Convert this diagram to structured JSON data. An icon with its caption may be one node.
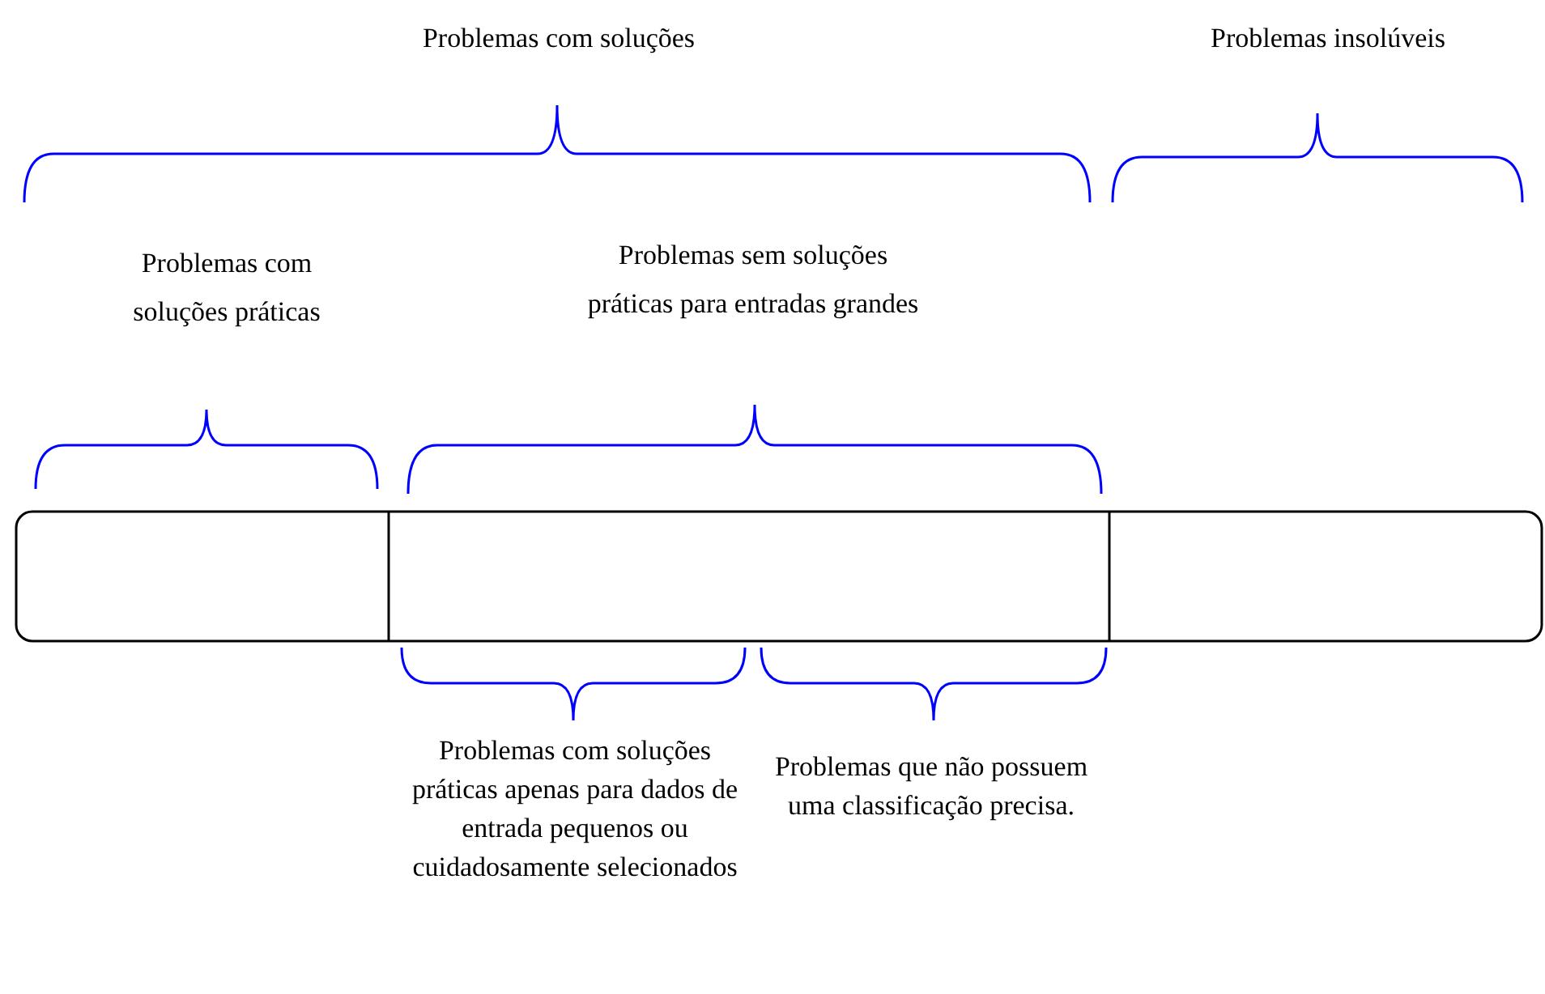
{
  "diagram": {
    "labels": [
      "Problemas com soluções",
      "Problemas insolúveis",
      "Problemas com soluções práticas",
      "Problemas sem soluções práticas para entradas grandes",
      "Problemas com soluções práticas apenas para dados de entrada pequenos ou cuidadosamente selecionados",
      "Problemas que não possuem uma classificação precisa."
    ]
  }
}
